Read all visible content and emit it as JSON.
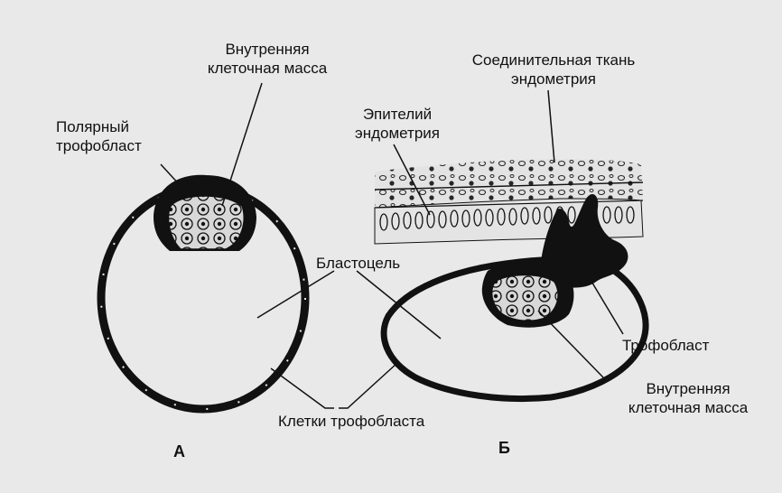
{
  "labels": {
    "inner_mass_a": "Внутренняя клеточная масса",
    "inner_mass_a_l1": "Внутренняя",
    "inner_mass_a_l2": "клеточная масса",
    "polar_l1": "Полярный",
    "polar_l2": "трофобласт",
    "connective_l1": "Соединительная ткань",
    "connective_l2": "эндометрия",
    "epithelium_l1": "Эпителий",
    "epithelium_l2": "эндометрия",
    "blastocoel": "Бластоцель",
    "trophoblast": "Трофобласт",
    "inner_mass_b_l1": "Внутренняя",
    "inner_mass_b_l2": "клеточная масса",
    "trophoblast_cells": "Клетки трофобласта",
    "panel_a": "А",
    "panel_b": "Б"
  },
  "colors": {
    "ink": "#111111",
    "paper": "#e9e9e9"
  }
}
